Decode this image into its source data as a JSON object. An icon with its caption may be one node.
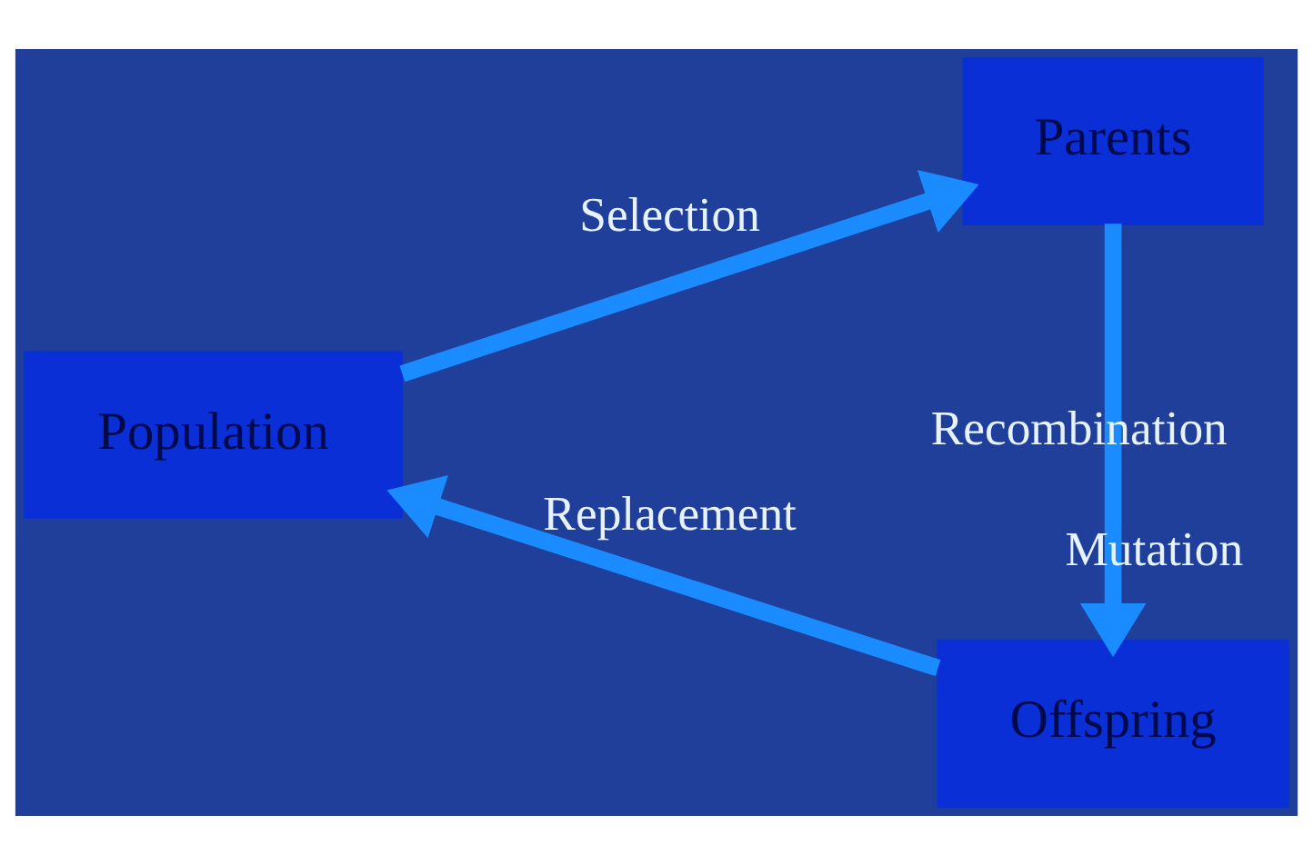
{
  "diagram": {
    "nodes": [
      {
        "text": [
          "Population"
        ]
      },
      {
        "text": [
          "Parents"
        ]
      },
      {
        "text": [
          "Offspring"
        ]
      }
    ],
    "edges": [
      {
        "from": 0,
        "to": 1,
        "arrow": "to",
        "label": "Selection"
      },
      {
        "from": 1,
        "to": 2,
        "arrow": "to",
        "label": "Recombination"
      },
      {
        "from": 2,
        "to": 0,
        "arrow": "to",
        "label": "Replacement"
      }
    ],
    "labels": [
      "Mutation"
    ]
  }
}
